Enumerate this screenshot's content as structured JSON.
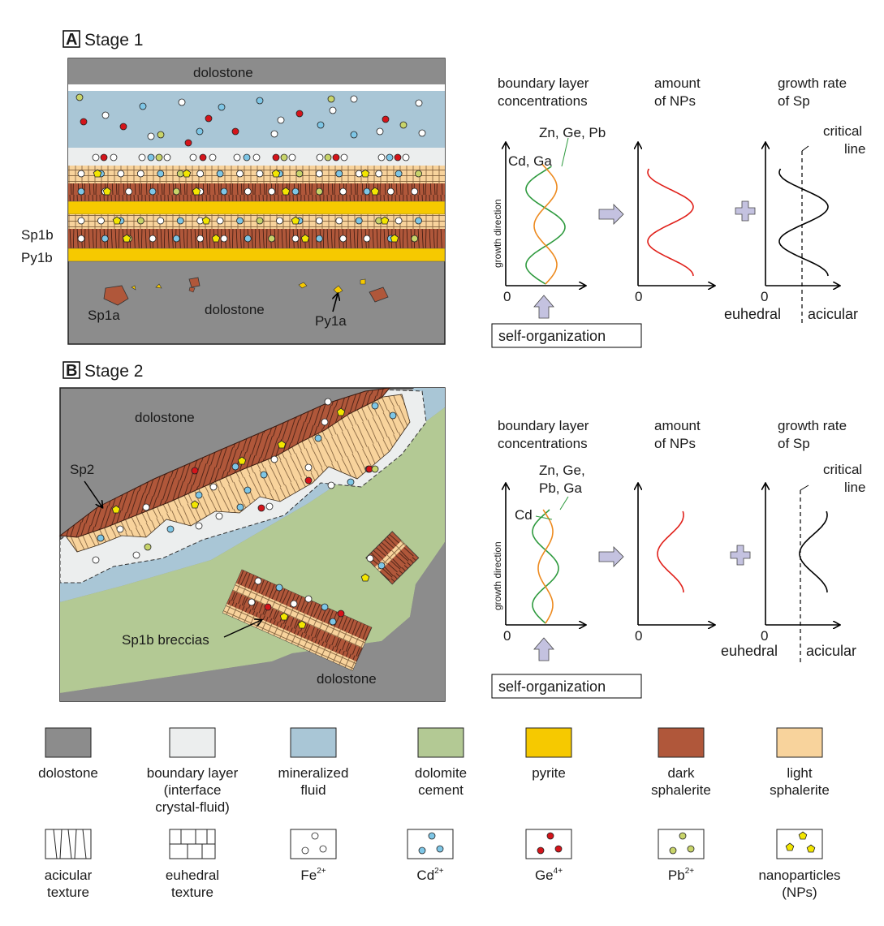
{
  "panel_a": {
    "letter": "A",
    "title": "Stage 1",
    "dolostone_top": "dolostone",
    "dolostone_bottom": "dolostone",
    "sp1a": "Sp1a",
    "py1a": "Py1a",
    "sp1b": "Sp1b",
    "py1b": "Py1b"
  },
  "panel_b": {
    "letter": "B",
    "title": "Stage 2",
    "dolostone_top": "dolostone",
    "dolostone_bottom": "dolostone",
    "sp2": "Sp2",
    "breccias": "Sp1b breccias"
  },
  "graphs_a": {
    "boundary_title_1": "boundary layer",
    "boundary_title_2": "concentrations",
    "nps_title_1": "amount",
    "nps_title_2": "of NPs",
    "growth_title_1": "growth rate",
    "growth_title_2": "of Sp",
    "green_label": "Zn, Ge, Pb",
    "orange_label": "Cd, Ga",
    "growth_direction": "growth direction",
    "zero": "0",
    "critical_1": "critical",
    "critical_2": "line",
    "euhedral": "euhedral",
    "acicular": "acicular",
    "self_org": "self-organization"
  },
  "graphs_b": {
    "boundary_title_1": "boundary layer",
    "boundary_title_2": "concentrations",
    "nps_title_1": "amount",
    "nps_title_2": "of NPs",
    "growth_title_1": "growth rate",
    "growth_title_2": "of Sp",
    "green_label_1": "Zn, Ge,",
    "green_label_2": "Pb, Ga",
    "orange_label": "Cd",
    "growth_direction": "growth direction",
    "zero": "0",
    "critical_1": "critical",
    "critical_2": "line",
    "euhedral": "euhedral",
    "acicular": "acicular",
    "self_org": "self-organization"
  },
  "legend_row1": [
    {
      "lines": [
        "dolostone"
      ],
      "color": "#8c8c8c"
    },
    {
      "lines": [
        "boundary layer",
        "(interface",
        "crystal-fluid)"
      ],
      "color": "#eceeee"
    },
    {
      "lines": [
        "mineralized",
        "fluid"
      ],
      "color": "#a9c6d6"
    },
    {
      "lines": [
        "dolomite",
        "cement"
      ],
      "color": "#b3c994"
    },
    {
      "lines": [
        "pyrite"
      ],
      "color": "#f6c900"
    },
    {
      "lines": [
        "dark",
        "sphalerite"
      ],
      "color": "#b0573a"
    },
    {
      "lines": [
        "light",
        "sphalerite"
      ],
      "color": "#f8d39c"
    }
  ],
  "legend_row2": [
    {
      "lines": [
        "acicular",
        "texture"
      ],
      "icon": "acicular-texture-icon"
    },
    {
      "lines": [
        "euhedral",
        "texture"
      ],
      "icon": "euhedral-texture-icon"
    },
    {
      "lines": [
        "Fe"
      ],
      "sup": "2+",
      "color": "#ffffff",
      "icon": "fe-ion-icon"
    },
    {
      "lines": [
        "Cd"
      ],
      "sup": "2+",
      "color": "#7ec6e6",
      "icon": "cd-ion-icon"
    },
    {
      "lines": [
        "Ge"
      ],
      "sup": "4+",
      "color": "#d4141a",
      "icon": "ge-ion-icon"
    },
    {
      "lines": [
        "Pb"
      ],
      "sup": "2+",
      "color": "#c8d46a",
      "icon": "pb-ion-icon"
    },
    {
      "lines": [
        "nanoparticles",
        "(NPs)"
      ],
      "color": "#f3e600",
      "icon": "nanoparticle-icon"
    }
  ]
}
